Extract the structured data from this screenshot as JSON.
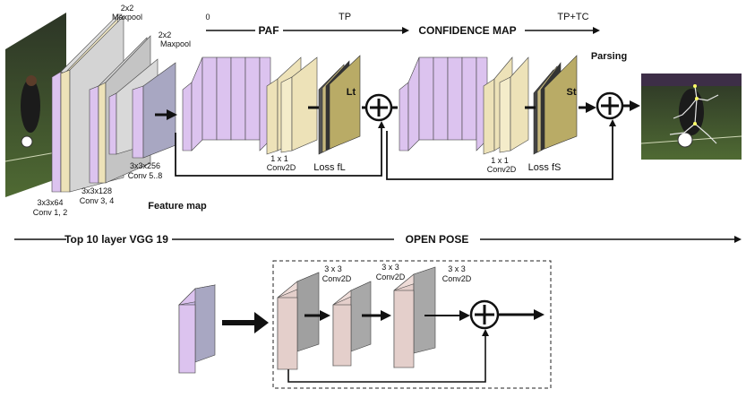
{
  "input_photo_alt": "soccer player input image",
  "output_photo_alt": "soccer player with pose skeleton",
  "labels": {
    "pool1": "2x2",
    "pool1b": "Maxpool",
    "pool2": "2x2",
    "pool2b": "Maxpool",
    "conv12a": "3x3x64",
    "conv12b": "Conv 1, 2",
    "conv34a": "3x3x128",
    "conv34b": "Conv 3, 4",
    "conv58a": "3x3x256",
    "conv58b": "Conv 5..8",
    "feature_map": "Feature map",
    "zero": "0",
    "paf": "PAF",
    "tp": "TP",
    "confidence_map": "CONFIDENCE MAP",
    "tptc": "TP+TC",
    "parsing": "Parsing",
    "lt": "Lt",
    "st": "St",
    "conv1x1_a1": "1 x 1",
    "conv1x1_a2": "Conv2D",
    "conv1x1_b1": "1 x 1",
    "conv1x1_b2": "Conv2D",
    "loss_fl": "Loss fL",
    "loss_fs": "Loss fS",
    "vgg": "Top 10 layer VGG 19",
    "openpose": "OPEN POSE",
    "res1a": "3 x 3",
    "res1b": "Conv2D",
    "res2a": "3 x 3",
    "res2b": "Conv2D",
    "res3a": "3 x 3",
    "res3b": "Conv2D"
  },
  "colors": {
    "violet": "#dcc3ef",
    "cream": "#ede2b8",
    "olive": "#b9ab66",
    "grey_blue": "#a8a7c2",
    "grey": "#c9c9c9",
    "pink": "#e4cfcb"
  }
}
